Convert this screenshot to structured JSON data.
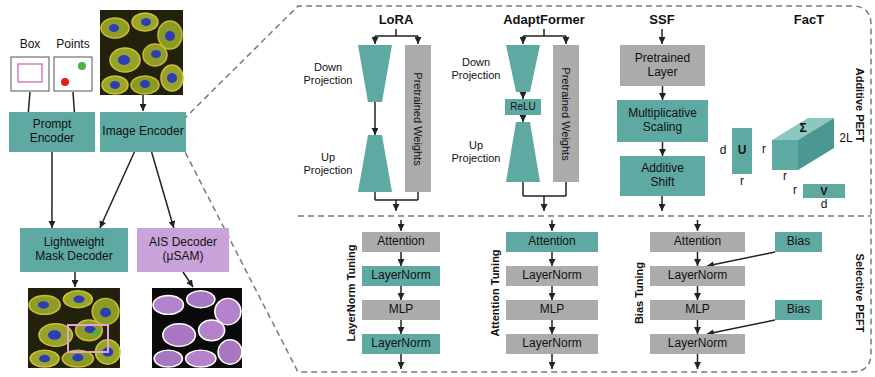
{
  "diagram": {
    "nodes": [
      {
        "text": [
          "Box"
        ]
      },
      {
        "text": [
          "Points"
        ]
      },
      {
        "text": [
          "Prompt Encoder"
        ]
      },
      {
        "text": [
          "Image Encoder"
        ]
      },
      {
        "text": [
          "Lightweight Mask Decoder"
        ]
      },
      {
        "text": [
          "AIS Decoder (μSAM)"
        ]
      },
      {
        "text": [
          "Down Projection"
        ]
      },
      {
        "text": [
          "Up Projection"
        ]
      },
      {
        "text": [
          "Pretrained Weights"
        ]
      },
      {
        "text": [
          "Down Projection"
        ]
      },
      {
        "text": [
          "ReLU"
        ]
      },
      {
        "text": [
          "Up Projection"
        ]
      },
      {
        "text": [
          "Pretrained Weights"
        ]
      },
      {
        "text": [
          "Pretrained Layer"
        ]
      },
      {
        "text": [
          "Multiplicative Scaling"
        ]
      },
      {
        "text": [
          "Additive Shift"
        ]
      },
      {
        "text": [
          "U"
        ]
      },
      {
        "text": [
          "Σ"
        ]
      },
      {
        "text": [
          "V"
        ]
      },
      {
        "text": [
          "Attention"
        ]
      },
      {
        "text": [
          "LayerNorm"
        ]
      },
      {
        "text": [
          "MLP"
        ]
      },
      {
        "text": [
          "LayerNorm"
        ]
      },
      {
        "text": [
          "Attention"
        ]
      },
      {
        "text": [
          "LayerNorm"
        ]
      },
      {
        "text": [
          "MLP"
        ]
      },
      {
        "text": [
          "LayerNorm"
        ]
      },
      {
        "text": [
          "Attention"
        ]
      },
      {
        "text": [
          "LayerNorm"
        ]
      },
      {
        "text": [
          "MLP"
        ]
      },
      {
        "text": [
          "LayerNorm"
        ]
      },
      {
        "text": [
          "Bias"
        ]
      },
      {
        "text": [
          "Bias"
        ]
      }
    ],
    "edges": [
      {
        "from": 0,
        "to": 2,
        "arrow": "none"
      },
      {
        "from": 1,
        "to": 2,
        "arrow": "none"
      },
      {
        "from": 2,
        "to": 4,
        "arrow": "to"
      },
      {
        "from": 3,
        "to": 4,
        "arrow": "to"
      },
      {
        "from": 3,
        "to": 5,
        "arrow": "to"
      },
      {
        "from": 6,
        "to": 7,
        "arrow": "to"
      },
      {
        "from": 9,
        "to": 10,
        "arrow": "to"
      },
      {
        "from": 10,
        "to": 11,
        "arrow": "to"
      },
      {
        "from": 13,
        "to": 14,
        "arrow": "to"
      },
      {
        "from": 14,
        "to": 15,
        "arrow": "to"
      },
      {
        "from": 19,
        "to": 20,
        "arrow": "to"
      },
      {
        "from": 20,
        "to": 21,
        "arrow": "to"
      },
      {
        "from": 21,
        "to": 22,
        "arrow": "to"
      },
      {
        "from": 23,
        "to": 24,
        "arrow": "to"
      },
      {
        "from": 24,
        "to": 25,
        "arrow": "to"
      },
      {
        "from": 25,
        "to": 26,
        "arrow": "to"
      },
      {
        "from": 27,
        "to": 28,
        "arrow": "to"
      },
      {
        "from": 28,
        "to": 29,
        "arrow": "to"
      },
      {
        "from": 29,
        "to": 30,
        "arrow": "to"
      },
      {
        "from": 31,
        "to": 28,
        "arrow": "to"
      },
      {
        "from": 32,
        "to": 30,
        "arrow": "to"
      }
    ],
    "labels": [
      "LoRA",
      "AdaptFormer",
      "SSF",
      "FacT",
      "d",
      "r",
      "r",
      "r",
      "2L",
      "r",
      "d",
      "Additive PEFT",
      "Selective PEFT",
      "LayerNorm Tuning",
      "Attention Tuning",
      "Bias Tuning"
    ]
  }
}
